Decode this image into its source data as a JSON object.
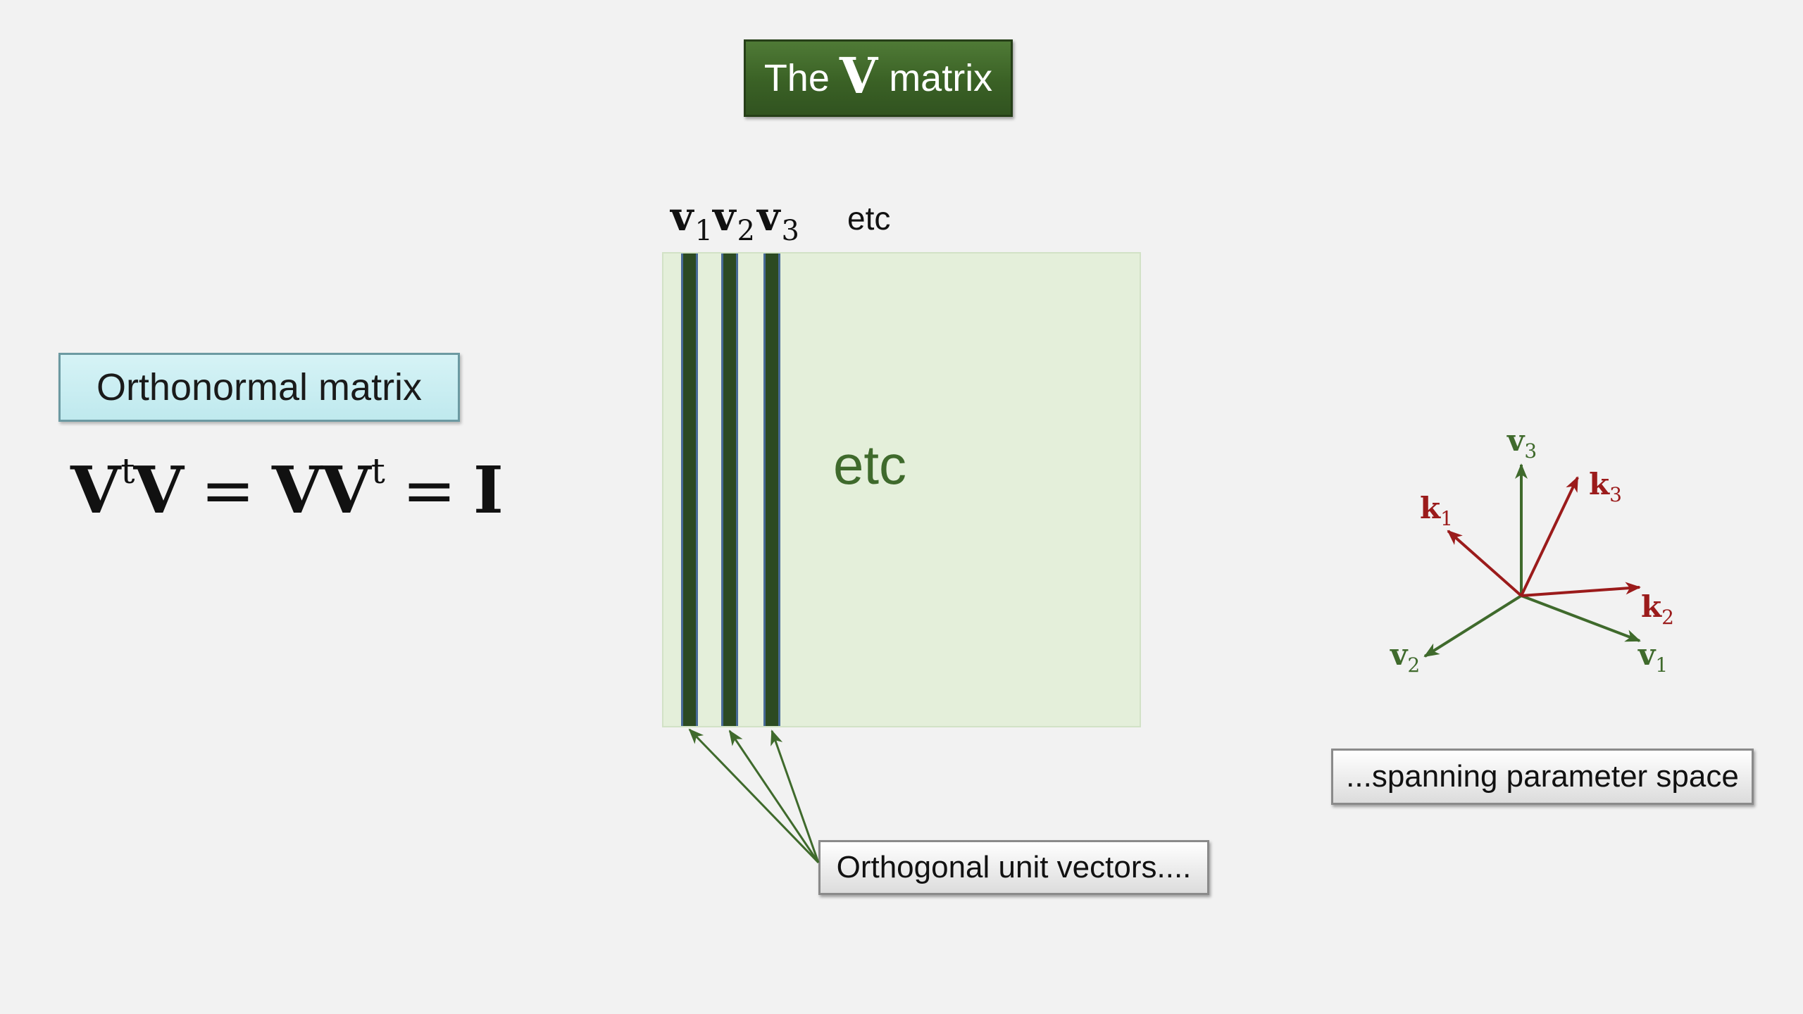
{
  "title": {
    "prefix": "The",
    "symbol": "V",
    "suffix": "matrix"
  },
  "left_panel": {
    "label": "Orthonormal matrix",
    "equation": {
      "a": "V",
      "sup1": "t",
      "b": "V",
      "eq1": "=",
      "c": "VV",
      "sup2": "t",
      "eq2": "=",
      "d": "I"
    }
  },
  "matrix": {
    "column_labels": [
      {
        "base": "v",
        "sub": "1"
      },
      {
        "base": "v",
        "sub": "2"
      },
      {
        "base": "v",
        "sub": "3"
      }
    ],
    "etc_top": "etc",
    "etc_inside": "etc",
    "callout": "Orthogonal unit vectors...."
  },
  "vector_diagram": {
    "green_labels": [
      {
        "base": "v",
        "sub": "1"
      },
      {
        "base": "v",
        "sub": "2"
      },
      {
        "base": "v",
        "sub": "3"
      }
    ],
    "red_labels": [
      {
        "base": "k",
        "sub": "1"
      },
      {
        "base": "k",
        "sub": "2"
      },
      {
        "base": "k",
        "sub": "3"
      }
    ],
    "callout": "...spanning parameter space"
  },
  "colors": {
    "title_green": "#3a6125",
    "matrix_fill": "#e4efda",
    "column_bar": "#2c4a22",
    "green_vector": "#3f6a2c",
    "red_vector": "#9b1b1b",
    "ortho_box": "#c8eef2"
  }
}
